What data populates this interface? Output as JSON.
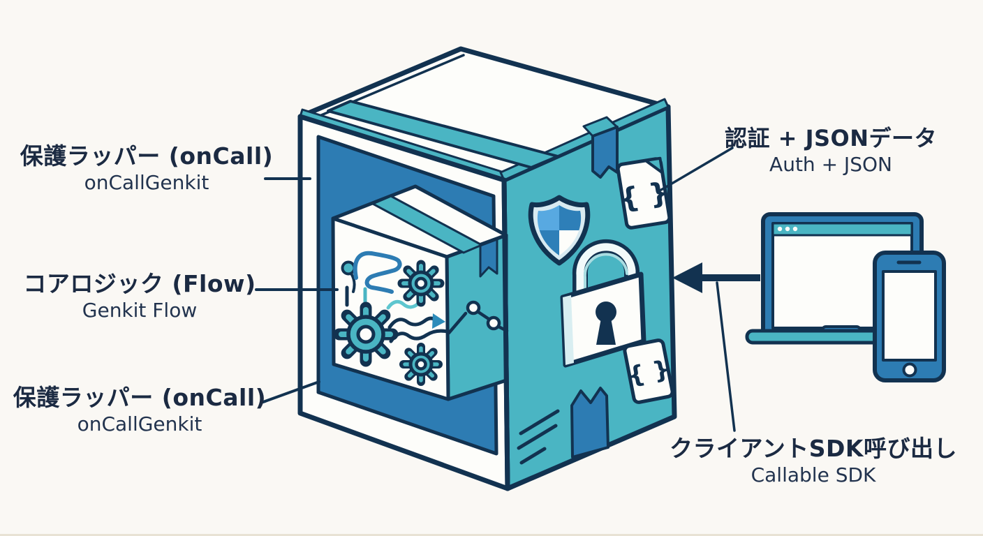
{
  "labels": {
    "wrapper_top": {
      "jp": "保護ラッパー (onCall)",
      "en": "onCallGenkit"
    },
    "core": {
      "jp": "コアロジック (Flow)",
      "en": "Genkit Flow"
    },
    "wrapper_bottom": {
      "jp": "保護ラッパー (onCall)",
      "en": "onCallGenkit"
    },
    "auth": {
      "jp": "認証 + JSONデータ",
      "en": "Auth + JSON"
    },
    "client": {
      "jp": "クライアントSDK呼び出し",
      "en": "Callable SDK"
    }
  },
  "icons": {
    "braces": "{ }"
  },
  "colors": {
    "background": "#faf8f4",
    "outline_navy": "#123250",
    "text_navy": "#1b2a42",
    "box_teal": "#4ab5c3",
    "interior_blue": "#2d7cb3",
    "white": "#fdfdfa",
    "shield_trim": "#d8eaf1",
    "shield_light_blue": "#58a9e1",
    "wave_teal": "#5ec6cf"
  }
}
